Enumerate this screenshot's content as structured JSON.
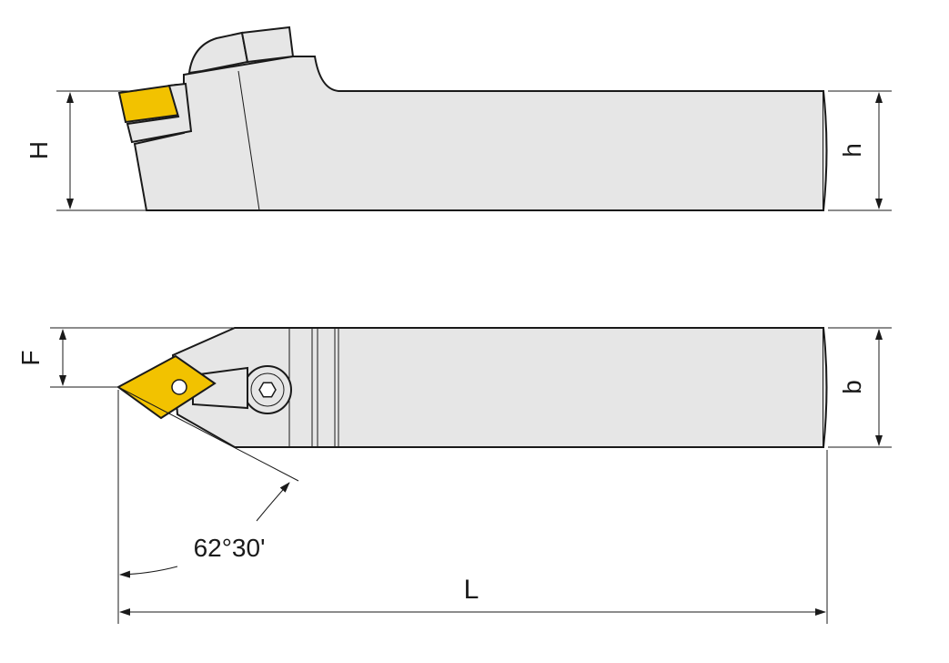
{
  "colors": {
    "body_fill": "#e6e6e6",
    "insert_fill": "#f2c200",
    "outline": "#1a1a1a"
  },
  "labels": {
    "H": "H",
    "h": "h",
    "F": "F",
    "b": "b",
    "L": "L",
    "angle": "62°30'"
  }
}
